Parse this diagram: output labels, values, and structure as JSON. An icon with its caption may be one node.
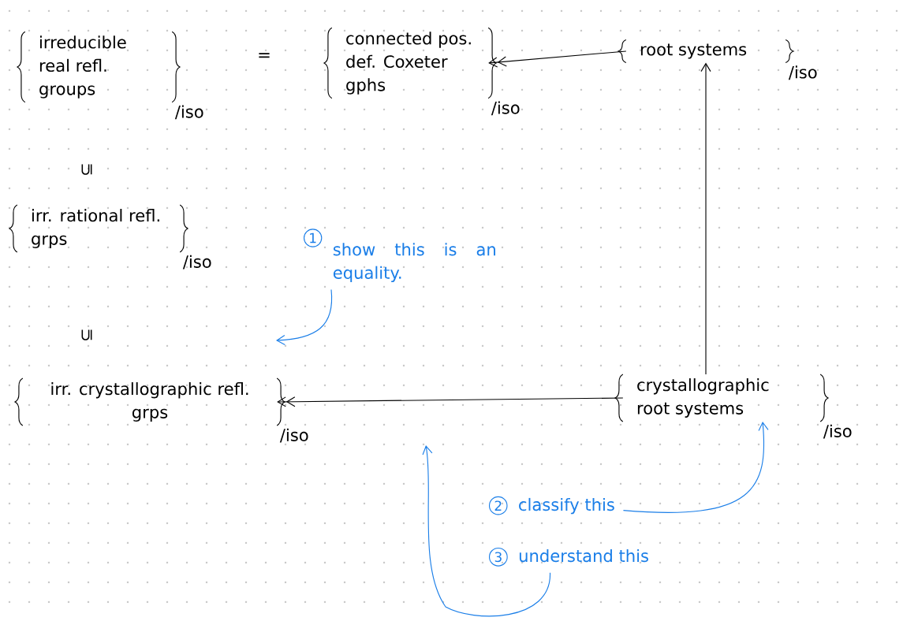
{
  "diagram": {
    "nodes": [
      {
        "text": [
          "irreducible real refl. groups"
        ],
        "beside": [
          "/iso"
        ]
      },
      {
        "text": [
          "connected pos. def. Coxeter gphs"
        ],
        "beside": [
          "/iso"
        ]
      },
      {
        "text": [
          "root systems"
        ],
        "beside": [
          "/iso"
        ]
      },
      {
        "text": [
          "irr. rational refl. grps"
        ],
        "beside": [
          "/iso"
        ]
      },
      {
        "text": [
          "irr. crystallographic refl. grps"
        ],
        "beside": [
          "/iso"
        ]
      },
      {
        "text": [
          "crystallographic root systems"
        ],
        "beside": [
          "/iso"
        ]
      },
      {
        "text": [
          "1",
          "show this is an equality."
        ]
      },
      {
        "text": [
          "2",
          "classify this"
        ]
      },
      {
        "text": [
          "3",
          "understand this"
        ]
      }
    ],
    "edges": [
      {
        "from": 2,
        "to": 1,
        "arrow": "to"
      },
      {
        "from": 5,
        "to": 2,
        "arrow": "to"
      },
      {
        "from": 5,
        "to": 4,
        "arrow": "to"
      },
      {
        "from": 6,
        "to": null,
        "arrow": "to",
        "color": "#1a7ee8"
      },
      {
        "from": 7,
        "to": 5,
        "arrow": "to",
        "color": "#1a7ee8"
      },
      {
        "from": 8,
        "to": null,
        "arrow": "to",
        "color": "#1a7ee8"
      }
    ],
    "labels": [
      "=",
      "⊆",
      "⊆"
    ]
  }
}
